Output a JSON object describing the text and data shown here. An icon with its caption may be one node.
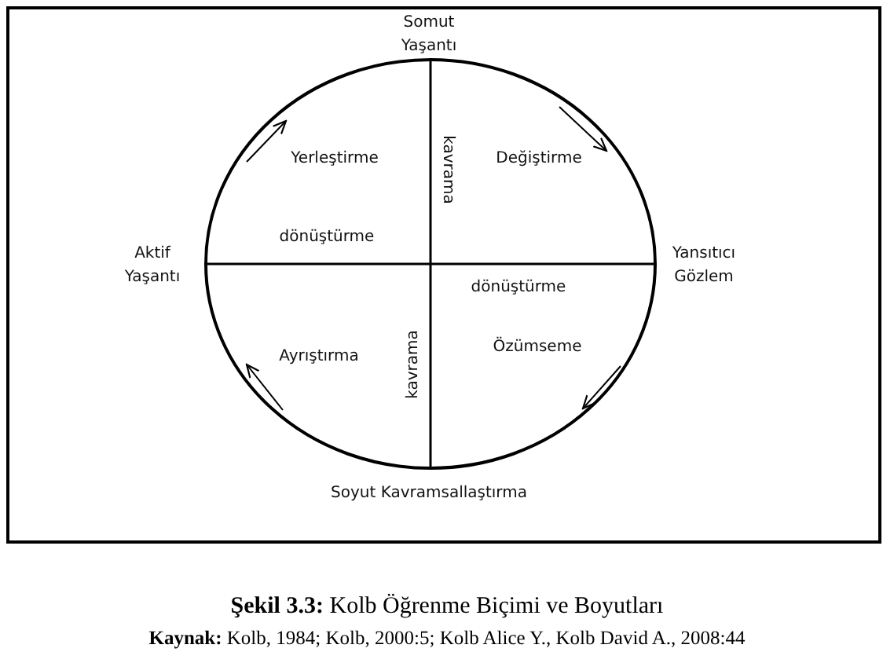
{
  "diagram": {
    "caption": "**Şekil 3.3:** Kolb Öğrenme Biçimi ve Boyutları",
    "labels": [
      "Somut Yaşantı",
      "Yerleştirme",
      "kavrama",
      "Değiştirme",
      "dönüştürme",
      "Aktif Yaşantı",
      "Yansıtıcı Gözlem",
      "dönüştürme",
      "Ayrıştırma",
      "kavrama",
      "Özümseme",
      "Soyut Kavramsallaştırma",
      "**Kaynak:** Kolb, 1984; Kolb, 2000:5; Kolb Alice Y., Kolb David A., 2008:44"
    ]
  }
}
